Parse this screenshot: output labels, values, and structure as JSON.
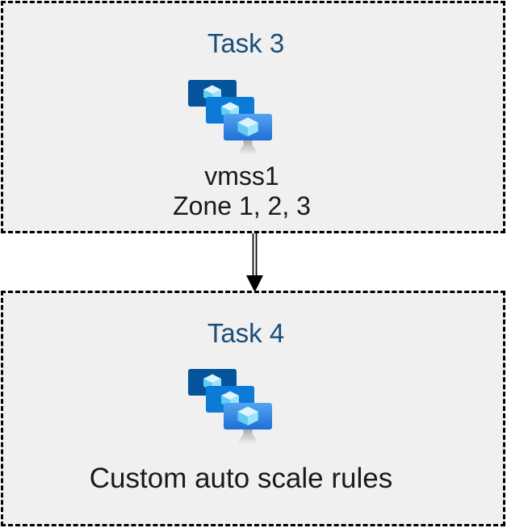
{
  "diagram": {
    "nodes": [
      {
        "title": "Task 3",
        "icon": "azure-vm-scale-sets",
        "label_lines": [
          "vmss1",
          "Zone 1, 2, 3"
        ]
      },
      {
        "title": "Task 4",
        "icon": "azure-vm-scale-sets",
        "label_lines": [
          "Custom auto scale rules"
        ]
      }
    ],
    "connector": {
      "from": "Task 3",
      "to": "Task 4",
      "style": "double-line",
      "direction": "down"
    },
    "colors": {
      "box_fill": "#F0F0F0",
      "box_border": "#000000",
      "title_text": "#1B4E79",
      "body_text": "#1A1A1A",
      "arrow": "#000000",
      "monitor_back": "#05549B",
      "monitor_middle": "#0C7BD8",
      "monitor_front_start": "#55A4F0",
      "monitor_front_end": "#1E6FD6",
      "cube_top": "#DCF4FE",
      "cube_left": "#62CCF3",
      "cube_right": "#9FE3FA",
      "stand_start": "#A6A6A6",
      "stand_end": "#EDEDED"
    }
  }
}
